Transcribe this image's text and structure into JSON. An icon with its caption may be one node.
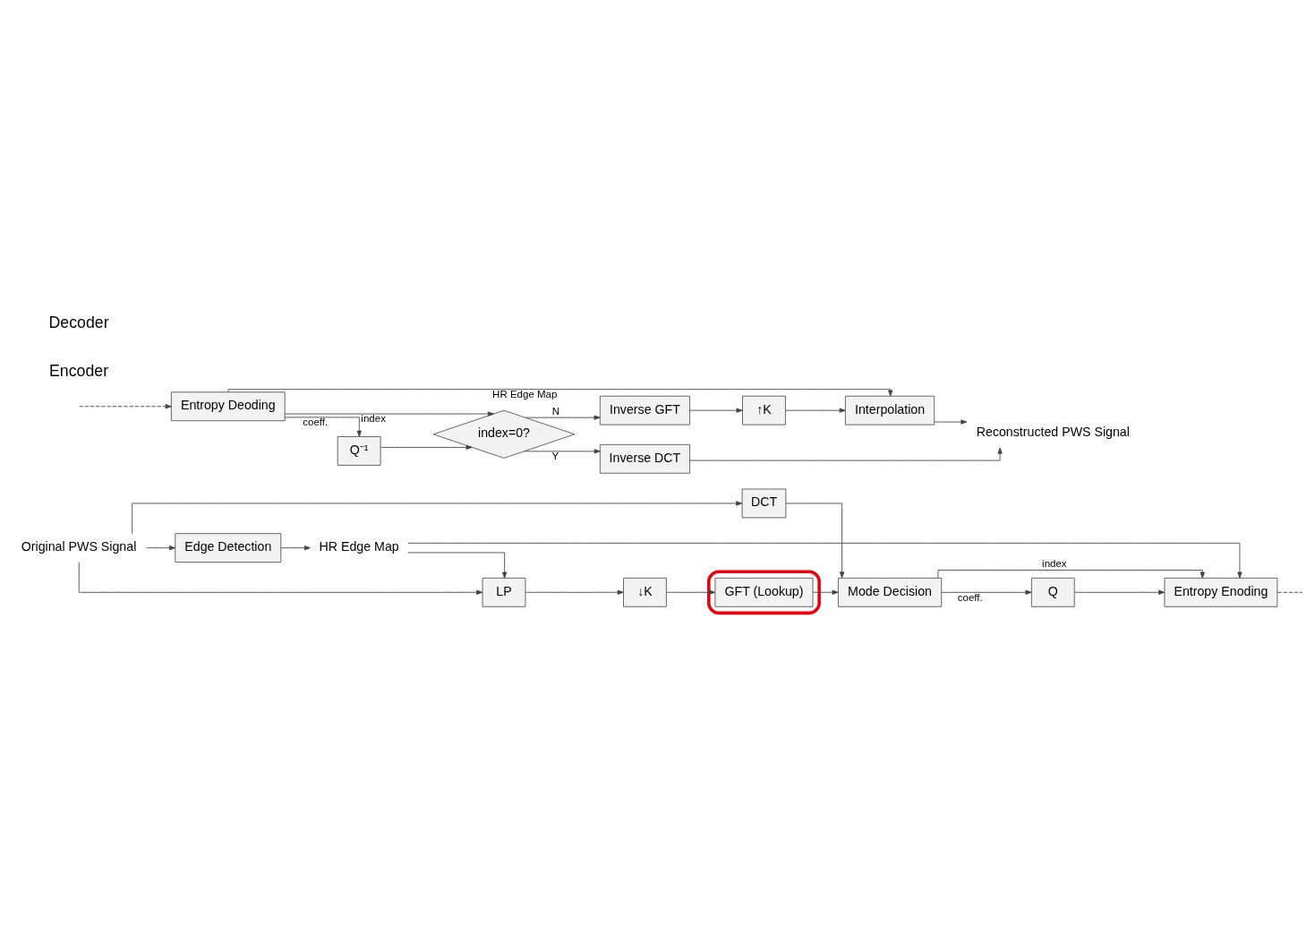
{
  "diagram": {
    "nodes": [
      {
        "text": [
          "Original PWS Signal"
        ]
      },
      {
        "text": [
          "Edge Detection"
        ]
      },
      {
        "text": [
          "HR Edge Map"
        ]
      },
      {
        "text": [
          "DCT"
        ]
      },
      {
        "text": [
          "LP"
        ]
      },
      {
        "text": [
          "↓K"
        ]
      },
      {
        "text": [],
        "shape": "ellipse"
      },
      {
        "text": [
          "GFT (Lookup)"
        ],
        "in": 6
      },
      {
        "text": [
          "Mode Decision"
        ]
      },
      {
        "text": [
          "Q"
        ]
      },
      {
        "text": [
          "Entropy Enoding"
        ]
      },
      {
        "text": [
          "Entropy Deoding"
        ]
      },
      {
        "text": [
          "Interpolation"
        ]
      },
      {
        "text": [
          "↑K"
        ]
      },
      {
        "text": [
          "Inverse GFT"
        ]
      },
      {
        "text": [
          "index=0?"
        ]
      },
      {
        "text": [
          "Q⁻¹"
        ]
      },
      {
        "text": [
          "Inverse DCT"
        ]
      },
      {
        "text": [
          "Reconstructed PWS Signal"
        ]
      }
    ],
    "edges": [
      {
        "from": 0,
        "to": 3,
        "arrow": "to"
      },
      {
        "from": 0,
        "to": 4,
        "arrow": "to"
      },
      {
        "from": 0,
        "to": 1,
        "arrow": "to"
      },
      {
        "from": 1,
        "to": 2,
        "arrow": "to"
      },
      {
        "from": 2,
        "to": 4,
        "arrow": "to"
      },
      {
        "from": 2,
        "to": 10,
        "arrow": "to"
      },
      {
        "from": 3,
        "to": 8,
        "arrow": "to"
      },
      {
        "from": 4,
        "to": 5,
        "arrow": "to"
      },
      {
        "from": 5,
        "to": 7,
        "arrow": "to"
      },
      {
        "from": 7,
        "to": 8,
        "arrow": "to"
      },
      {
        "from": 8,
        "to": 9,
        "arrow": "to",
        "label": "coeff."
      },
      {
        "from": 9,
        "to": 10,
        "arrow": "to"
      },
      {
        "from": 8,
        "to": 10,
        "arrow": "to",
        "label": "index"
      },
      {
        "from": 10,
        "to": null,
        "arrow": "none",
        "style": "dashed"
      },
      {
        "from": null,
        "to": 11,
        "arrow": "to",
        "style": "dashed"
      },
      {
        "from": 11,
        "to": 12,
        "arrow": "to",
        "label": "HR Edge Map"
      },
      {
        "from": 11,
        "to": 15,
        "arrow": "to",
        "label": "index"
      },
      {
        "from": 11,
        "to": 16,
        "arrow": "to",
        "label": "coeff."
      },
      {
        "from": 16,
        "to": 15,
        "arrow": "to"
      },
      {
        "from": 15,
        "to": 14,
        "arrow": "to",
        "label": "N"
      },
      {
        "from": 15,
        "to": 17,
        "arrow": "to",
        "label": "Y"
      },
      {
        "from": 14,
        "to": 13,
        "arrow": "to"
      },
      {
        "from": 13,
        "to": 12,
        "arrow": "to"
      },
      {
        "from": 12,
        "to": 18,
        "arrow": "to"
      },
      {
        "from": 17,
        "to": 18,
        "arrow": "to"
      }
    ],
    "labels": [
      "Encoder",
      "Decoder"
    ]
  }
}
